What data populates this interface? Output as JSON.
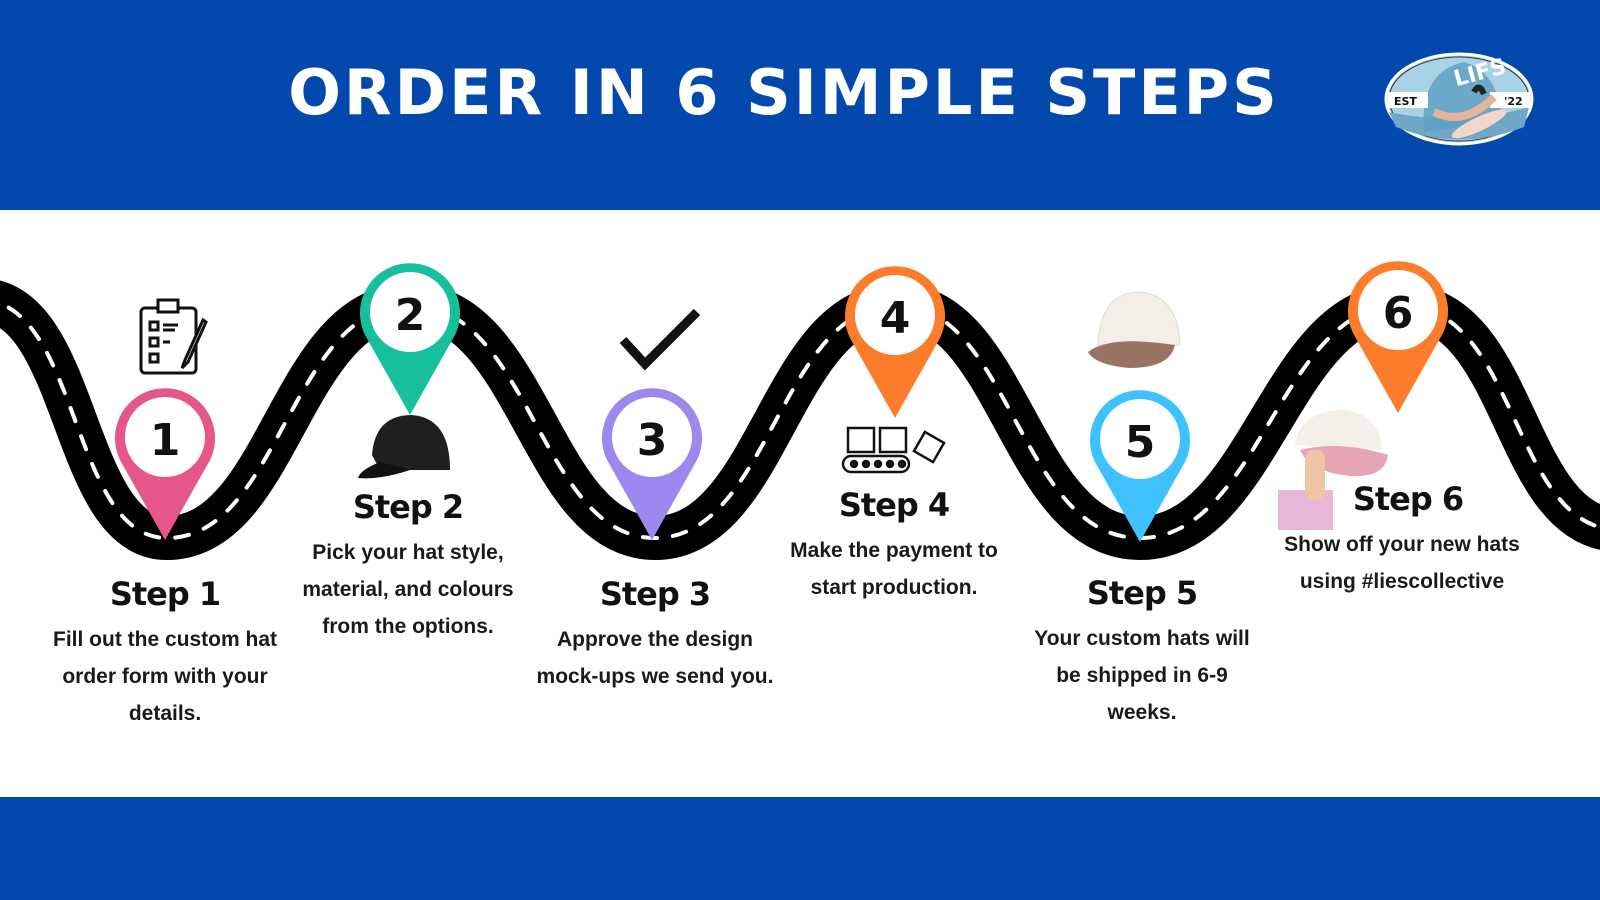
{
  "header": {
    "title": "ORDER IN 6 SIMPLE STEPS"
  },
  "logo": {
    "text": "LIFS",
    "left": "EST",
    "right": "'22"
  },
  "colors": {
    "brand_blue": "#0349ad",
    "pin1": "#e5568a",
    "pin2": "#17bf9c",
    "pin3": "#9d88f0",
    "pin4": "#fb7d2b",
    "pin5": "#3ec2ff",
    "pin6": "#fb7d2b"
  },
  "steps": [
    {
      "number": "1",
      "label": "Step 1",
      "description": "Fill out the custom hat order form with your details.",
      "icon": "clipboard-checklist-icon"
    },
    {
      "number": "2",
      "label": "Step 2",
      "description": "Pick your hat style, material, and colours from the options.",
      "icon": "black-cap-icon"
    },
    {
      "number": "3",
      "label": "Step 3",
      "description": "Approve the design mock-ups we send you.",
      "icon": "checkmark-icon"
    },
    {
      "number": "4",
      "label": "Step 4",
      "description": "Make the payment to start production.",
      "icon": "conveyor-boxes-icon"
    },
    {
      "number": "5",
      "label": "Step 5",
      "description": "Your custom hats will be shipped in 6-9 weeks.",
      "icon": "cap-photo-icon"
    },
    {
      "number": "6",
      "label": "Step 6",
      "description": "Show off your new hats using #liescollective",
      "icon": "hand-holding-cap-icon"
    }
  ]
}
